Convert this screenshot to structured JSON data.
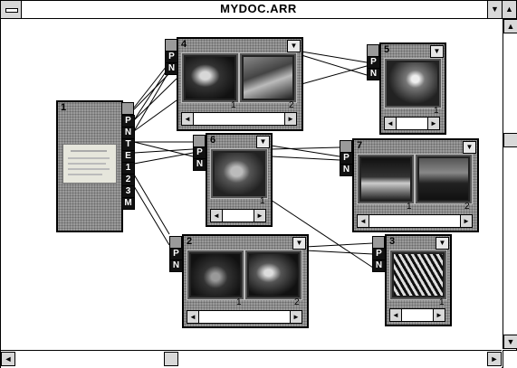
{
  "window": {
    "title": "MYDOC.ARR",
    "sys_icon": "system-menu-icon",
    "min_glyph": "▼",
    "max_glyph": "▲"
  },
  "nodes": [
    {
      "id": "1",
      "ports": [
        "P",
        "N",
        "T",
        "E",
        "1",
        "2",
        "3",
        "M"
      ]
    },
    {
      "id": "4",
      "ports": [
        "P",
        "N"
      ],
      "frames": [
        "1",
        "2"
      ]
    },
    {
      "id": "5",
      "ports": [
        "P",
        "N"
      ],
      "frames": [
        "1"
      ]
    },
    {
      "id": "6",
      "ports": [
        "P",
        "N"
      ],
      "frames": [
        "1"
      ]
    },
    {
      "id": "7",
      "ports": [
        "P",
        "N"
      ],
      "frames": [
        "1",
        "2"
      ]
    },
    {
      "id": "2",
      "ports": [
        "P",
        "N"
      ],
      "frames": [
        "1",
        "2"
      ]
    },
    {
      "id": "3",
      "ports": [
        "P",
        "N"
      ],
      "frames": [
        "1"
      ]
    }
  ],
  "glyphs": {
    "dropdown": "▼",
    "left": "◄",
    "right": "►",
    "up": "▲",
    "down": "▼"
  }
}
